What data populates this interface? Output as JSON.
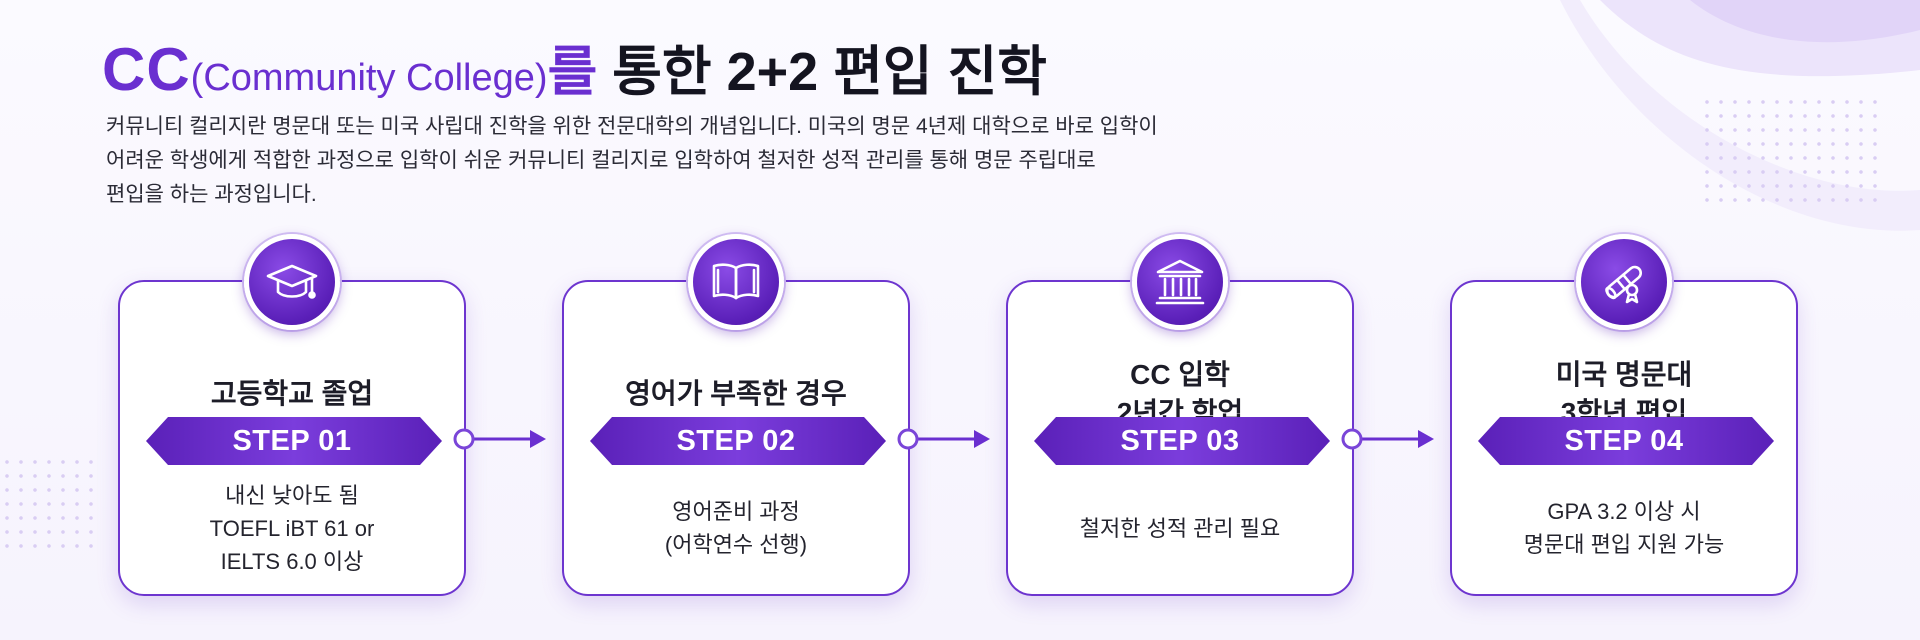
{
  "title": {
    "cc": "CC",
    "cc_full": "(Community College)",
    "particle": "를",
    "rest": " 통한 2+2 편입 진학"
  },
  "description": [
    "커뮤니티 컬리지란 명문대 또는 미국 사립대 진학을 위한 전문대학의 개념입니다. 미국의 명문 4년제 대학으로 바로 입학이",
    "어려운 학생에게 적합한 과정으로 입학이 쉬운 커뮤니티 컬리지로 입학하여 철저한 성적 관리를 통해  명문 주립대로",
    "편입을 하는 과정입니다."
  ],
  "colors": {
    "accent": "#6a2fd0",
    "accent_dark": "#4a1699",
    "text": "#1f1f2b"
  },
  "steps": [
    {
      "icon": "graduation-cap-icon",
      "title_lines": [
        "고등학교 졸업"
      ],
      "step_label": "STEP 01",
      "desc_lines": [
        "내신 낮아도 됨",
        "TOEFL iBT 61 or",
        "IELTS 6.0 이상"
      ]
    },
    {
      "icon": "open-book-icon",
      "title_lines": [
        "영어가 부족한 경우"
      ],
      "step_label": "STEP 02",
      "desc_lines": [
        "영어준비 과정",
        "(어학연수 선행)"
      ]
    },
    {
      "icon": "university-building-icon",
      "title_lines": [
        "CC 입학",
        "2년간 학업"
      ],
      "step_label": "STEP 03",
      "desc_lines": [
        "철저한 성적 관리 필요"
      ]
    },
    {
      "icon": "diploma-icon",
      "title_lines": [
        "미국 명문대",
        "3학년 편입"
      ],
      "step_label": "STEP 04",
      "desc_lines": [
        "GPA 3.2 이상 시",
        "명문대 편입 지원 가능"
      ]
    }
  ]
}
